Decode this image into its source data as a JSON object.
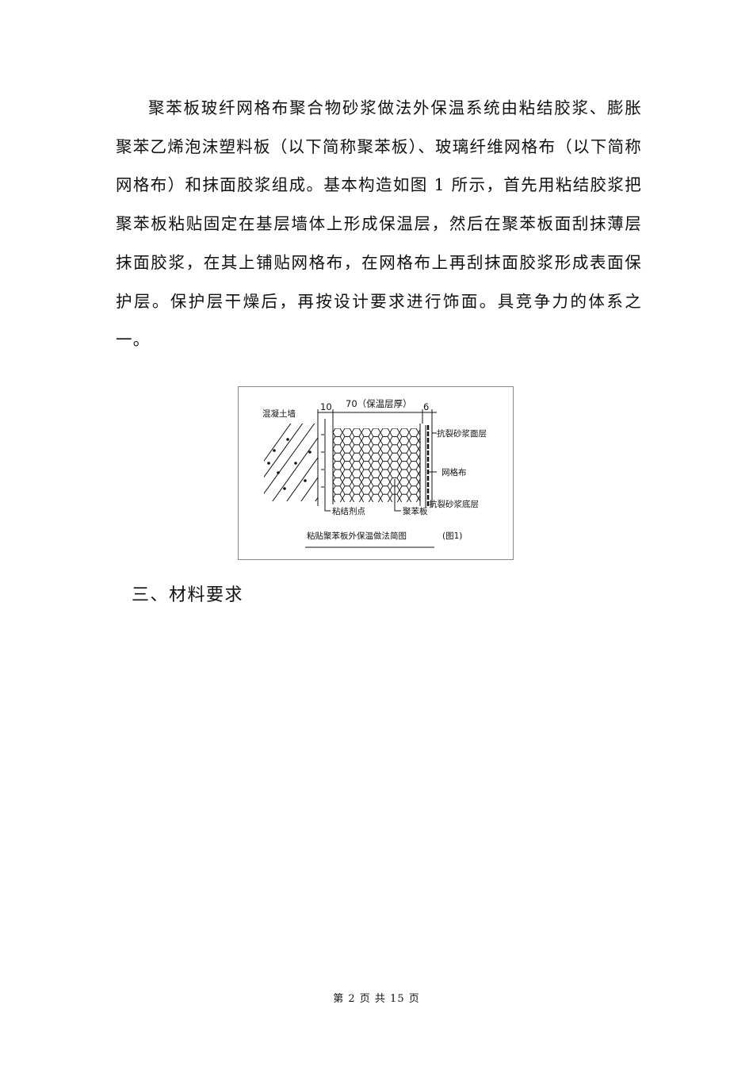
{
  "paragraph": "聚苯板玻纤网格布聚合物砂浆做法外保温系统由粘结胶浆、膨胀聚苯乙烯泡沫塑料板（以下简称聚苯板）、玻璃纤维网格布（以下简称网格布）和抹面胶浆组成。基本构造如图 1 所示，首先用粘结胶浆把聚苯板粘贴固定在基层墙体上形成保温层，然后在聚苯板面刮抹薄层抹面胶浆，在其上铺贴网格布，在网格布上再刮抹面胶浆形成表面保护层。保护层干燥后，再按设计要求进行饰面。具竞争力的体系之一。",
  "figure": {
    "label_concrete_wall": "混凝土墙",
    "dim_10": "10",
    "dim_70": "70（保温层厚）",
    "dim_6": "6",
    "label_crack_mortar_surface": "抗裂砂浆面层",
    "label_mesh": "网格布",
    "label_crack_mortar_base": "抗裂砂浆底层",
    "label_bond_points": "粘结剂点",
    "label_eps_board": "聚苯板",
    "caption": "粘贴聚苯板外保温做法简图",
    "caption_number": "(图1)"
  },
  "section_heading": "三、材料要求",
  "footer": "第 2 页 共 15 页"
}
